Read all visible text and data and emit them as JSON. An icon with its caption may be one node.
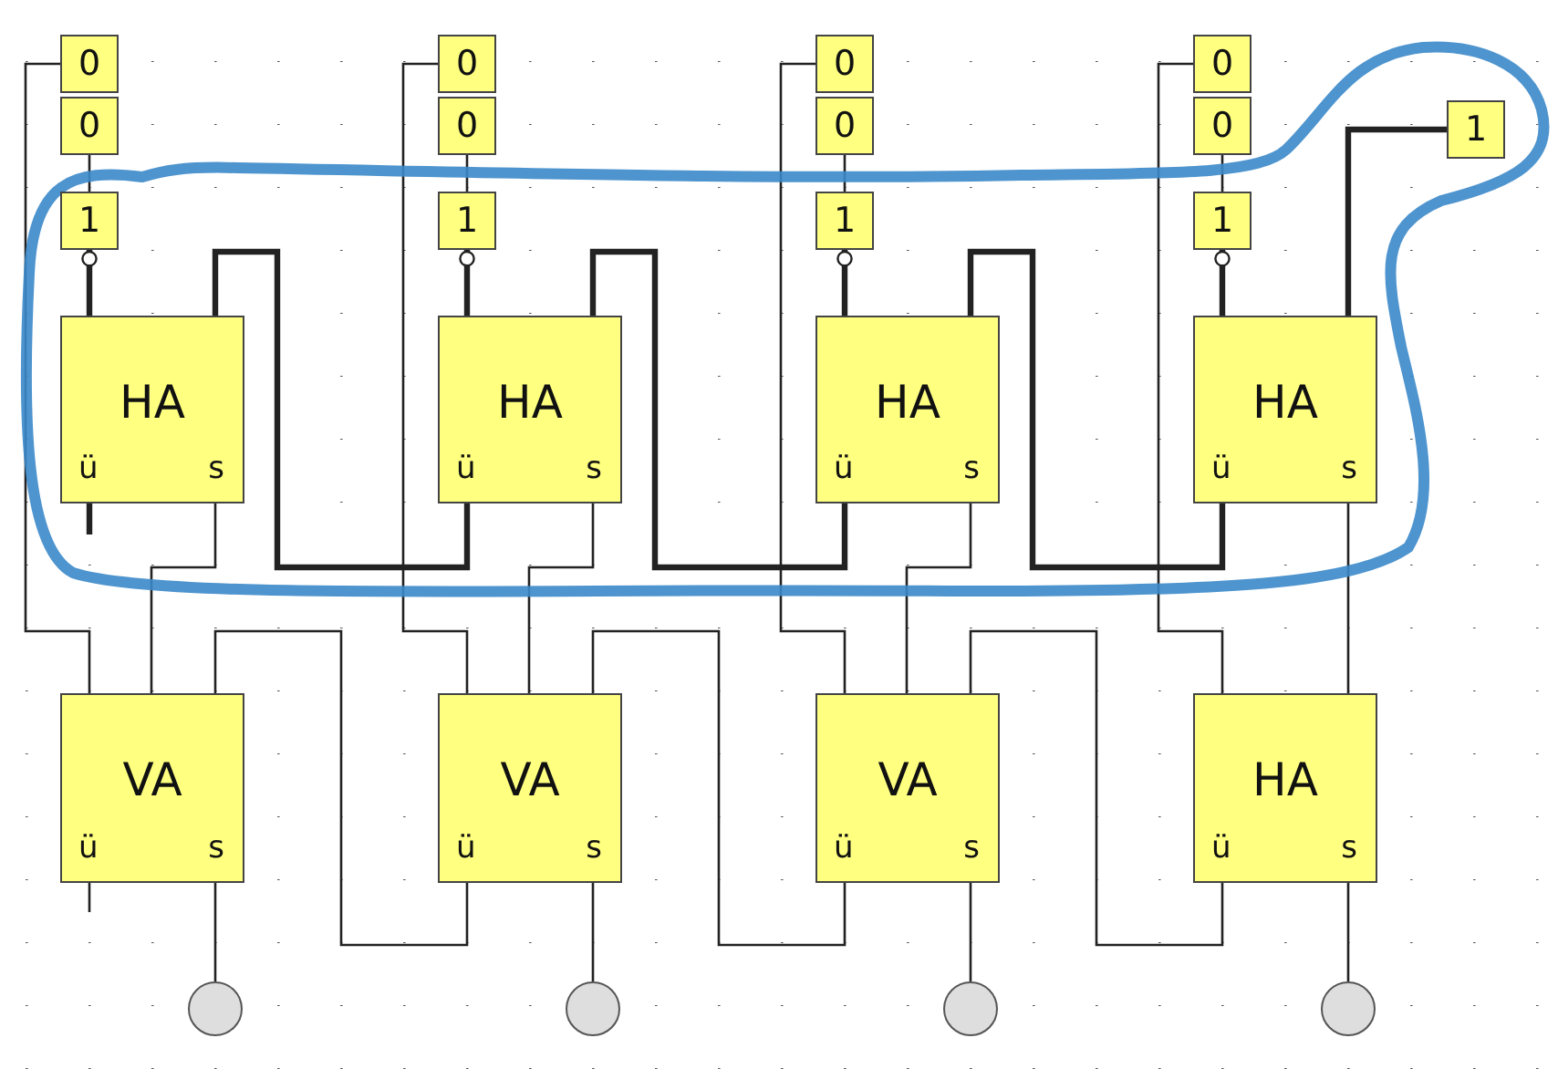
{
  "diagram": {
    "nodes": [
      {
        "text": [
          "0"
        ]
      },
      {
        "text": [
          "0"
        ]
      },
      {
        "text": [
          "0"
        ]
      },
      {
        "text": [
          "0"
        ]
      },
      {
        "text": [
          "0"
        ]
      },
      {
        "text": [
          "0"
        ]
      },
      {
        "text": [
          "0"
        ]
      },
      {
        "text": [
          "0"
        ]
      },
      {
        "text": [
          "1"
        ]
      },
      {
        "text": [
          "1"
        ]
      },
      {
        "text": [
          "1"
        ]
      },
      {
        "text": [
          "1"
        ]
      },
      {
        "text": [
          "1"
        ]
      },
      {
        "text": [
          "HA",
          "ü",
          "s"
        ]
      },
      {
        "text": [
          "HA",
          "ü",
          "s"
        ]
      },
      {
        "text": [
          "HA",
          "ü",
          "s"
        ]
      },
      {
        "text": [
          "HA",
          "ü",
          "s"
        ]
      },
      {
        "text": [
          "VA",
          "ü",
          "s"
        ]
      },
      {
        "text": [
          "VA",
          "ü",
          "s"
        ]
      },
      {
        "text": [
          "VA",
          "ü",
          "s"
        ]
      },
      {
        "text": [
          "HA",
          "ü",
          "s"
        ]
      },
      {
        "text": [],
        "shape": "circle"
      },
      {
        "text": [],
        "shape": "circle"
      },
      {
        "text": [],
        "shape": "circle"
      },
      {
        "text": [],
        "shape": "circle"
      }
    ],
    "edges": [
      {
        "from": 0,
        "to": 17,
        "arrow": "none"
      },
      {
        "from": 1,
        "to": 18,
        "arrow": "none"
      },
      {
        "from": 2,
        "to": 19,
        "arrow": "none"
      },
      {
        "from": 3,
        "to": 20,
        "arrow": "none"
      },
      {
        "from": 4,
        "to": 9,
        "arrow": "none"
      },
      {
        "from": 5,
        "to": 10,
        "arrow": "none"
      },
      {
        "from": 6,
        "to": 11,
        "arrow": "none"
      },
      {
        "from": 7,
        "to": 12,
        "arrow": "none"
      },
      {
        "from": 9,
        "to": 13,
        "arrow": "other",
        "style": "thick"
      },
      {
        "from": 10,
        "to": 14,
        "arrow": "other",
        "style": "thick"
      },
      {
        "from": 11,
        "to": 15,
        "arrow": "other",
        "style": "thick"
      },
      {
        "from": 12,
        "to": 16,
        "arrow": "other",
        "style": "thick"
      },
      {
        "from": 14,
        "to": 13,
        "arrow": "none",
        "style": "thick"
      },
      {
        "from": 15,
        "to": 14,
        "arrow": "none",
        "style": "thick"
      },
      {
        "from": 16,
        "to": 15,
        "arrow": "none",
        "style": "thick"
      },
      {
        "from": 8,
        "to": 16,
        "arrow": "none",
        "style": "thick"
      },
      {
        "from": 13,
        "to": 17,
        "arrow": "none"
      },
      {
        "from": 14,
        "to": 18,
        "arrow": "none"
      },
      {
        "from": 15,
        "to": 19,
        "arrow": "none"
      },
      {
        "from": 16,
        "to": 20,
        "arrow": "none"
      },
      {
        "from": 18,
        "to": 17,
        "arrow": "none"
      },
      {
        "from": 19,
        "to": 18,
        "arrow": "none"
      },
      {
        "from": 20,
        "to": 19,
        "arrow": "none"
      },
      {
        "from": 17,
        "to": 21,
        "arrow": "none"
      },
      {
        "from": 18,
        "to": 22,
        "arrow": "none"
      },
      {
        "from": 19,
        "to": 23,
        "arrow": "none"
      },
      {
        "from": 20,
        "to": 24,
        "arrow": "none"
      },
      {
        "from": 13,
        "to": null,
        "arrow": "none",
        "style": "thick"
      },
      {
        "from": 17,
        "to": null,
        "arrow": "none"
      }
    ]
  }
}
